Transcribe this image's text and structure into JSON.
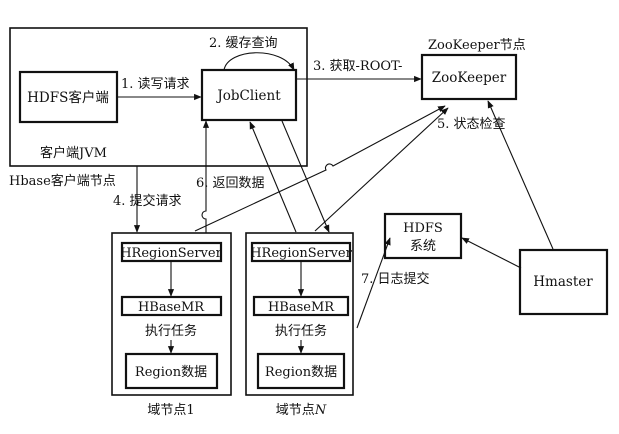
{
  "nodes": {
    "client_jvm_label": "客户端JVM",
    "client_node_label": "Hbase客户端节点",
    "hdfs_client": "HDFS客户端",
    "jobclient": "JobClient",
    "zk_node_label": "ZooKeeper节点",
    "zookeeper": "ZooKeeper",
    "hdfs_system_line1": "HDFS",
    "hdfs_system_line2": "系统",
    "hmaster": "Hmaster",
    "domain1": {
      "regionserver": "HRegionServer",
      "basemr": "HBaseMR",
      "task": "执行任务",
      "region": "Region数据",
      "label": "域节点1"
    },
    "domainN": {
      "regionserver": "HRegionServer",
      "basemr": "HBaseMR",
      "task": "执行任务",
      "region": "Region数据",
      "label_prefix": "域节点",
      "label_italic": "N"
    }
  },
  "edges": {
    "e1": "1. 读写请求",
    "e2": "2. 缓存查询",
    "e3": "3. 获取-ROOT-",
    "e4": "4. 提交请求",
    "e5": "5. 状态检查",
    "e6": "6. 返回数据",
    "e7": "7. 日志提交"
  }
}
